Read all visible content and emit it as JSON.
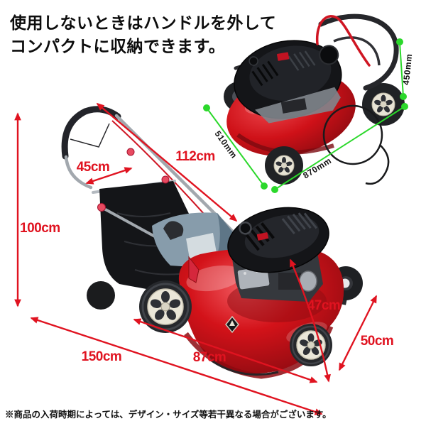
{
  "heading": {
    "line1": "使用しないときはハンドルを外して",
    "line2": "コンパクトに収納できます。"
  },
  "footnote": "※商品の入荷時期によっては、デザイン・サイズ等若干異なる場合がございます。",
  "annotations": {
    "assembled": [
      {
        "id": "handle-length",
        "label": "112cm"
      },
      {
        "id": "handle-width",
        "label": "45cm"
      },
      {
        "id": "overall-height",
        "label": "100cm"
      },
      {
        "id": "deck-width",
        "label": "47cm"
      },
      {
        "id": "body-height",
        "label": "50cm"
      },
      {
        "id": "body-length",
        "label": "87cm"
      },
      {
        "id": "overall-length",
        "label": "150cm"
      }
    ],
    "stored": [
      {
        "id": "stored-height",
        "label": "450mm"
      },
      {
        "id": "stored-width",
        "label": "510mm"
      },
      {
        "id": "stored-length",
        "label": "870mm"
      }
    ]
  },
  "colors": {
    "dimension_red": "#e01320",
    "dimension_green": "#2bd82b",
    "deck_red": "#d31219",
    "background": "#ffffff",
    "text": "#111111"
  }
}
